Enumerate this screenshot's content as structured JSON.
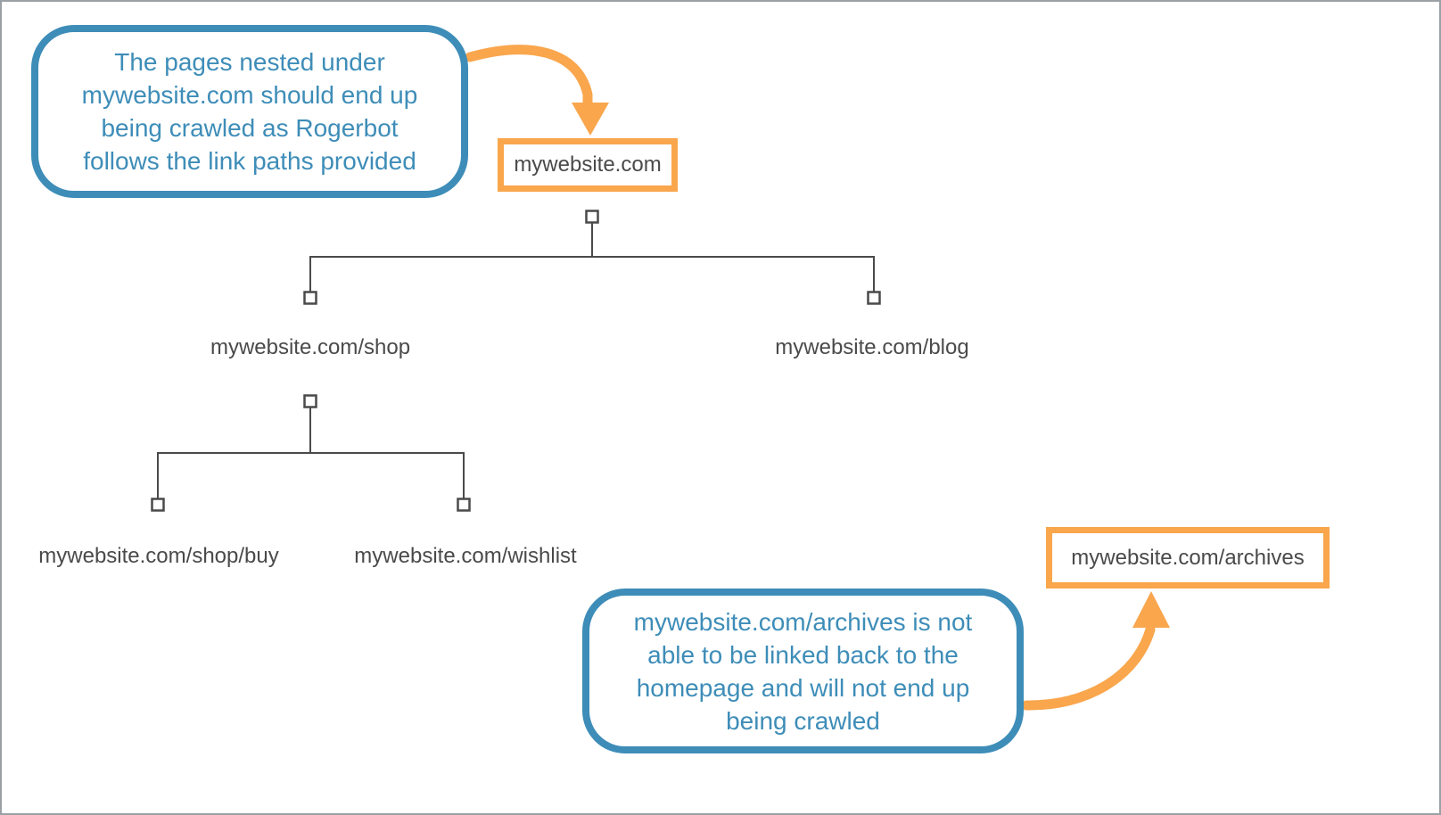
{
  "callouts": {
    "crawled": {
      "text": "The pages nested under\nmywebsite.com should end up\nbeing crawled as Rogerbot\nfollows the link paths provided"
    },
    "not_crawled": {
      "text": "mywebsite.com/archives is not\nable to be linked back to the\nhomepage and will not end up\nbeing crawled"
    }
  },
  "nodes": {
    "root": {
      "label": "mywebsite.com",
      "highlighted": true
    },
    "shop": {
      "label": "mywebsite.com/shop",
      "highlighted": false
    },
    "blog": {
      "label": "mywebsite.com/blog",
      "highlighted": false
    },
    "shop_buy": {
      "label": "mywebsite.com/shop/buy",
      "highlighted": false
    },
    "wishlist": {
      "label": "mywebsite.com/wishlist",
      "highlighted": false
    },
    "archives": {
      "label": "mywebsite.com/archives",
      "highlighted": true
    }
  },
  "colors": {
    "callout_blue": "#3E8DB8",
    "highlight_orange": "#F9A64D",
    "line_gray": "#4A4A4A",
    "text_gray": "#4A4A4A",
    "frame_gray": "#9BA0A5"
  }
}
